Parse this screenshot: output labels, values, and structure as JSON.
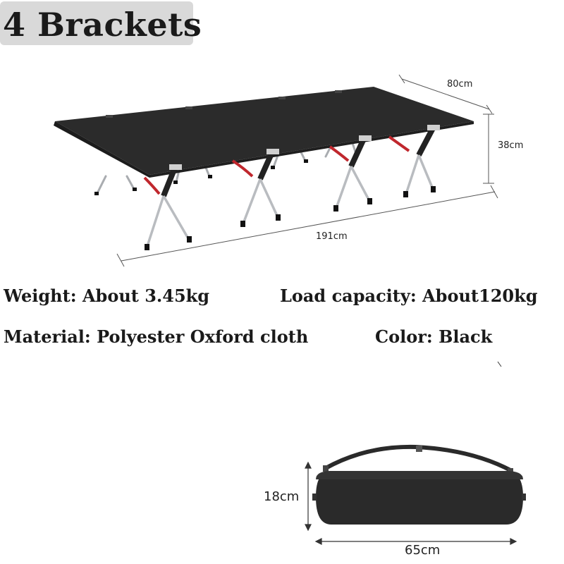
{
  "header": {
    "title": "4 Brackets"
  },
  "cot": {
    "width_label": "80cm",
    "height_label": "38cm",
    "length_label": "191cm",
    "fabric_color": "#2b2b2b",
    "leg_color": "#b9bcc0",
    "accent_color": "#c0272d"
  },
  "specs": {
    "weight": "Weight: About 3.45kg",
    "load": "Load capacity: About120kg",
    "material": "Material: Polyester Oxford cloth",
    "color": "Color: Black"
  },
  "bag": {
    "height_label": "18cm",
    "length_label": "65cm",
    "bag_color": "#2a2a2a"
  }
}
